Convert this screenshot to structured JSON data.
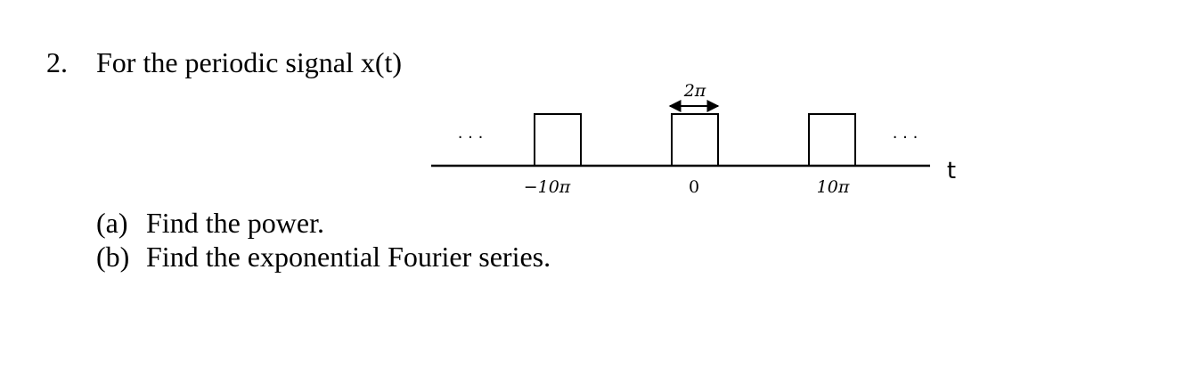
{
  "problem": {
    "number": "2.",
    "statement": "For the periodic signal x(t)"
  },
  "figure": {
    "width_label": "2π",
    "ellipsis_left": "· · ·",
    "ellipsis_right": "· · ·",
    "axis_label": "t",
    "tick_labels": [
      "−10π",
      "0",
      "10π"
    ]
  },
  "parts": [
    {
      "tag": "(a)",
      "text": "Find the power."
    },
    {
      "tag": "(b)",
      "text": "Find the exponential Fourier series."
    }
  ]
}
